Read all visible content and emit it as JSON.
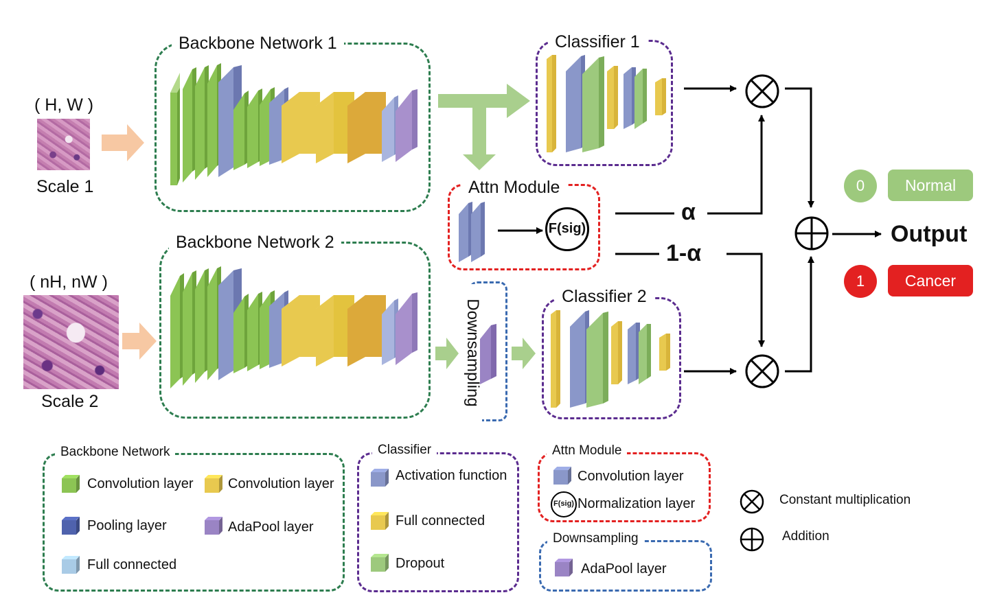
{
  "inputs": [
    {
      "dims": "( H, W )",
      "label": "Scale 1"
    },
    {
      "dims": "( nH, nW )",
      "label": "Scale 2"
    }
  ],
  "backbones": [
    {
      "title": "Backbone Network 1"
    },
    {
      "title": "Backbone Network 2"
    }
  ],
  "classifiers": [
    {
      "title": "Classifier 1"
    },
    {
      "title": "Classifier 2"
    }
  ],
  "attn": {
    "title": "Attn Module",
    "sig_label": "F(sig)"
  },
  "downsampling": {
    "title": "Downsampling"
  },
  "weights": {
    "alpha": "α",
    "one_minus_alpha": "1-α"
  },
  "output": {
    "label": "Output"
  },
  "classes": [
    {
      "index": "0",
      "name": "Normal",
      "color": "#9dc97d"
    },
    {
      "index": "1",
      "name": "Cancer",
      "color": "#e32121"
    }
  ],
  "colors": {
    "green": "#8cc454",
    "blue_gray": "#8a97c9",
    "yellow": "#e8c94f",
    "purple": "#9a84c4",
    "light_blue": "#a9cbe6",
    "dark_blue": "#4f62ad",
    "arrow_green": "#a9cf8d",
    "arrow_peach": "#f7c8a3",
    "box_green": "#2d7d4f",
    "box_purple": "#5b2c8f",
    "box_red": "#e32121",
    "box_blue": "#3a6ab0"
  },
  "legend": {
    "backbone": {
      "title": "Backbone Network",
      "items": [
        {
          "label": "Convolution layer",
          "color": "#8cc454"
        },
        {
          "label": "Convolution layer",
          "color": "#e8c94f"
        },
        {
          "label": "Pooling layer",
          "color": "#4f62ad"
        },
        {
          "label": "AdaPool layer",
          "color": "#9a84c4"
        },
        {
          "label": "Full  connected",
          "color": "#a9cbe6"
        }
      ]
    },
    "classifier": {
      "title": "Classifier",
      "items": [
        {
          "label": "Activation function",
          "color": "#8a97c9"
        },
        {
          "label": "Full  connected",
          "color": "#e8c94f"
        },
        {
          "label": "Dropout",
          "color": "#9dc97d"
        }
      ]
    },
    "attn": {
      "title": "Attn Module",
      "items": [
        {
          "label": "Convolution layer",
          "color": "#8a97c9"
        },
        {
          "label": "Normalization layer",
          "icon": "F(sig)"
        }
      ]
    },
    "downsampling": {
      "title": "Downsampling",
      "items": [
        {
          "label": "AdaPool layer",
          "color": "#9a84c4"
        }
      ]
    },
    "ops": [
      {
        "symbol": "multiply-circle-icon",
        "label": "Constant multiplication"
      },
      {
        "symbol": "plus-circle-icon",
        "label": "Addition"
      }
    ]
  }
}
